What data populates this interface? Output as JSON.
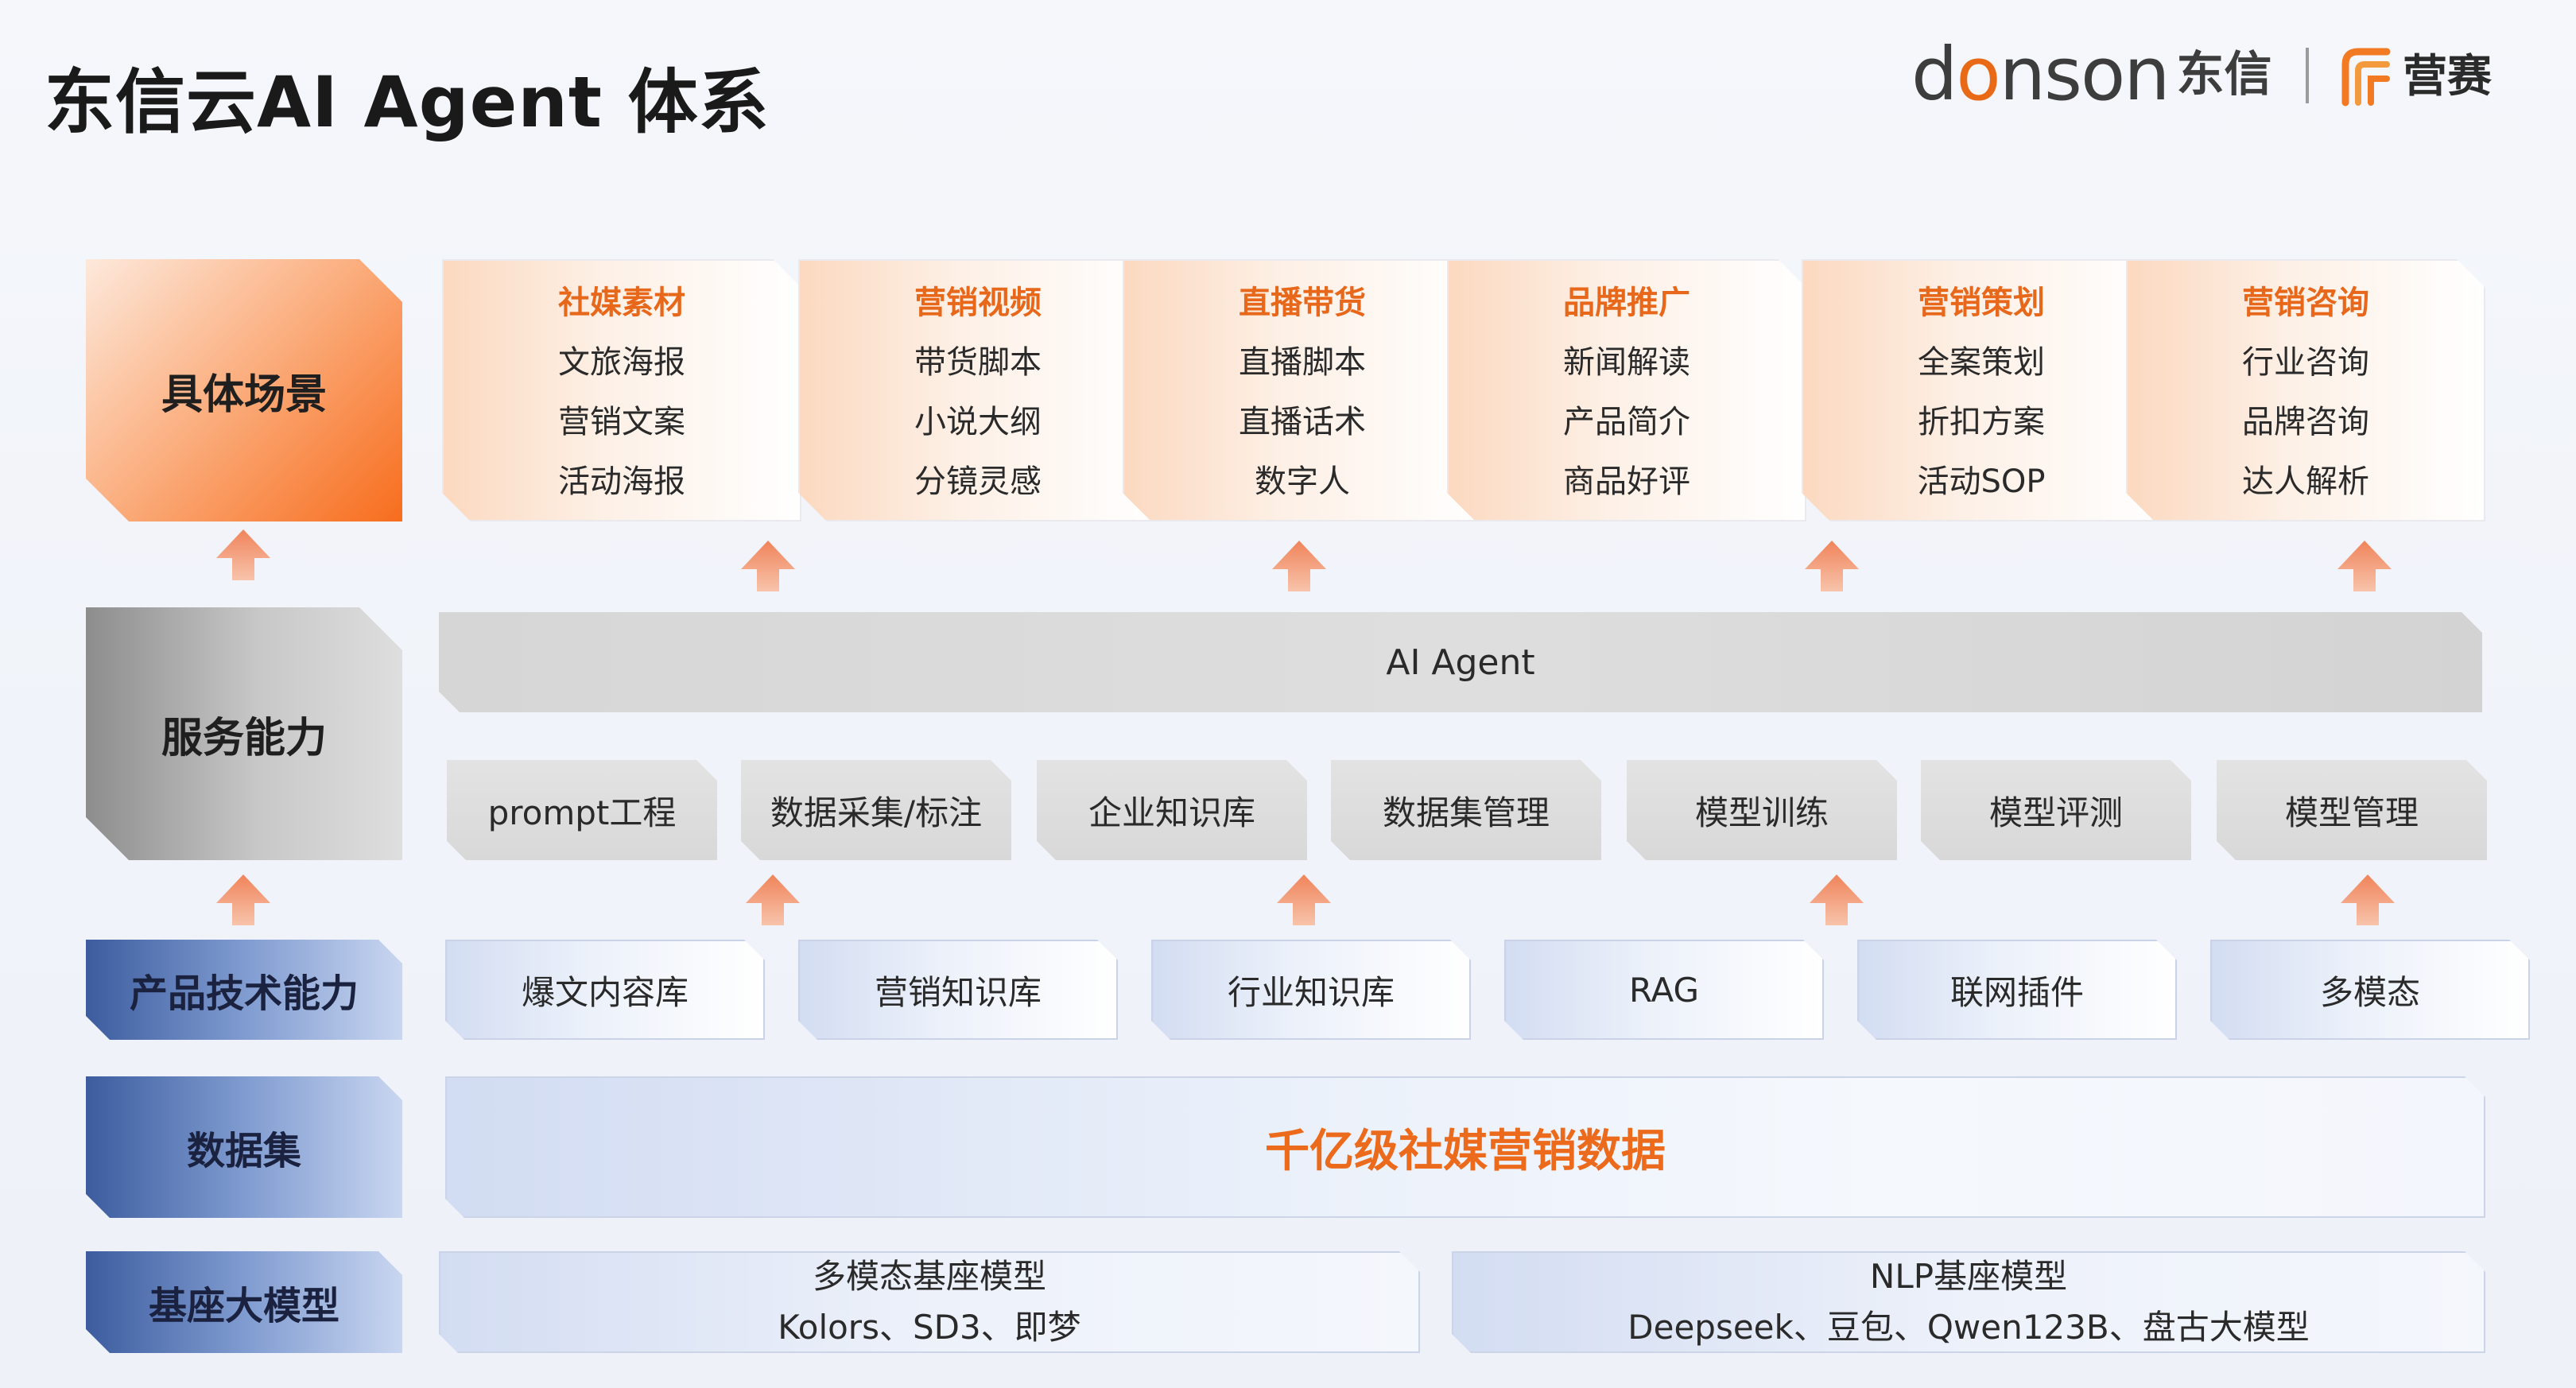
{
  "header": {
    "title": "东信云AI Agent 体系",
    "brand_en_prefix": "d",
    "brand_en_mark": "o",
    "brand_en_suffix": "nson",
    "brand_cn": "东信",
    "partner_cn": "营赛",
    "accent_color": "#e86a17"
  },
  "layers": {
    "scene_label": "具体场景",
    "service_label": "服务能力",
    "product_label": "产品技术能力",
    "dataset_label": "数据集",
    "model_label": "基座大模型"
  },
  "scenes": [
    {
      "title": "社媒素材",
      "items": [
        "文旅海报",
        "营销文案",
        "活动海报"
      ]
    },
    {
      "title": "营销视频",
      "items": [
        "带货脚本",
        "小说大纲",
        "分镜灵感"
      ]
    },
    {
      "title": "直播带货",
      "items": [
        "直播脚本",
        "直播话术",
        "数字人"
      ]
    },
    {
      "title": "品牌推广",
      "items": [
        "新闻解读",
        "产品简介",
        "商品好评"
      ]
    },
    {
      "title": "营销策划",
      "items": [
        "全案策划",
        "折扣方案",
        "活动SOP"
      ]
    },
    {
      "title": "营销咨询",
      "items": [
        "行业咨询",
        "品牌咨询",
        "达人解析"
      ]
    }
  ],
  "service": {
    "agent": "AI Agent",
    "capabilities": [
      "prompt工程",
      "数据采集/标注",
      "企业知识库",
      "数据集管理",
      "模型训练",
      "模型评测",
      "模型管理"
    ]
  },
  "product_tech": [
    "爆文内容库",
    "营销知识库",
    "行业知识库",
    "RAG",
    "联网插件",
    "多模态"
  ],
  "dataset": {
    "text": "千亿级社媒营销数据"
  },
  "base_models": [
    {
      "title": "多模态基座模型",
      "models": "Kolors、SD3、即梦"
    },
    {
      "title": "NLP基座模型",
      "models": "Deepseek、豆包、Qwen123B、盘古大模型"
    }
  ],
  "colors": {
    "orange": "#f76d1d",
    "scene_title": "#e8681b",
    "gray": "#d6d6d6",
    "blue": "#3c5c9e"
  },
  "icons": [
    "up-arrow-icon",
    "donson-logo-icon",
    "yingsai-logo-icon"
  ]
}
